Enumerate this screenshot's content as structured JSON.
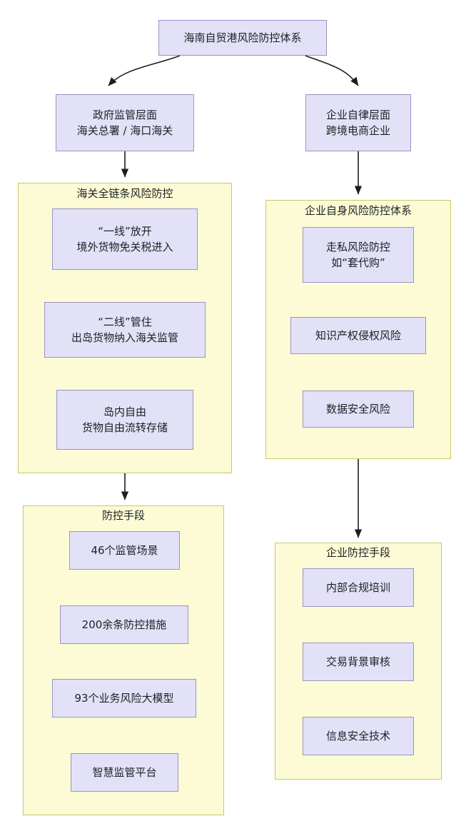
{
  "diagram": {
    "title": "海南自贸港风险防控体系",
    "type": "flowchart",
    "theme": {
      "node_fill": "#e3e1f7",
      "node_border": "#9a93c4",
      "group_fill": "#fcfbd6",
      "group_border": "#c9c66a",
      "edge_color": "#1d1d1d",
      "text_color": "#1d2025",
      "background": "#ffffff"
    },
    "root": {
      "label": "海南自贸港风险防控体系"
    },
    "branches": [
      {
        "id": "government",
        "node": {
          "line1": "政府监管层面",
          "line2": "海关总署 / 海口海关"
        },
        "groups": [
          {
            "id": "customs-chain",
            "title": "海关全链条风险防控",
            "items": [
              {
                "line1": "“一线”放开",
                "line2": "境外货物免关税进入"
              },
              {
                "line1": "“二线”管住",
                "line2": "出岛货物纳入海关监管"
              },
              {
                "line1": "岛内自由",
                "line2": "货物自由流转存储"
              }
            ]
          },
          {
            "id": "control-measures",
            "title": "防控手段",
            "items": [
              {
                "line1": "46个监管场景",
                "line2": ""
              },
              {
                "line1": "200余条防控措施",
                "line2": ""
              },
              {
                "line1": "93个业务风险大模型",
                "line2": ""
              },
              {
                "line1": "智慧监管平台",
                "line2": ""
              }
            ]
          }
        ]
      },
      {
        "id": "enterprise",
        "node": {
          "line1": "企业自律层面",
          "line2": "跨境电商企业"
        },
        "groups": [
          {
            "id": "enterprise-risk-system",
            "title": "企业自身风险防控体系",
            "items": [
              {
                "line1": "走私风险防控",
                "line2": "如“套代购”"
              },
              {
                "line1": "知识产权侵权风险",
                "line2": ""
              },
              {
                "line1": "数据安全风险",
                "line2": ""
              }
            ]
          },
          {
            "id": "enterprise-measures",
            "title": "企业防控手段",
            "items": [
              {
                "line1": "内部合规培训",
                "line2": ""
              },
              {
                "line1": "交易背景审核",
                "line2": ""
              },
              {
                "line1": "信息安全技术",
                "line2": ""
              }
            ]
          }
        ]
      }
    ]
  }
}
